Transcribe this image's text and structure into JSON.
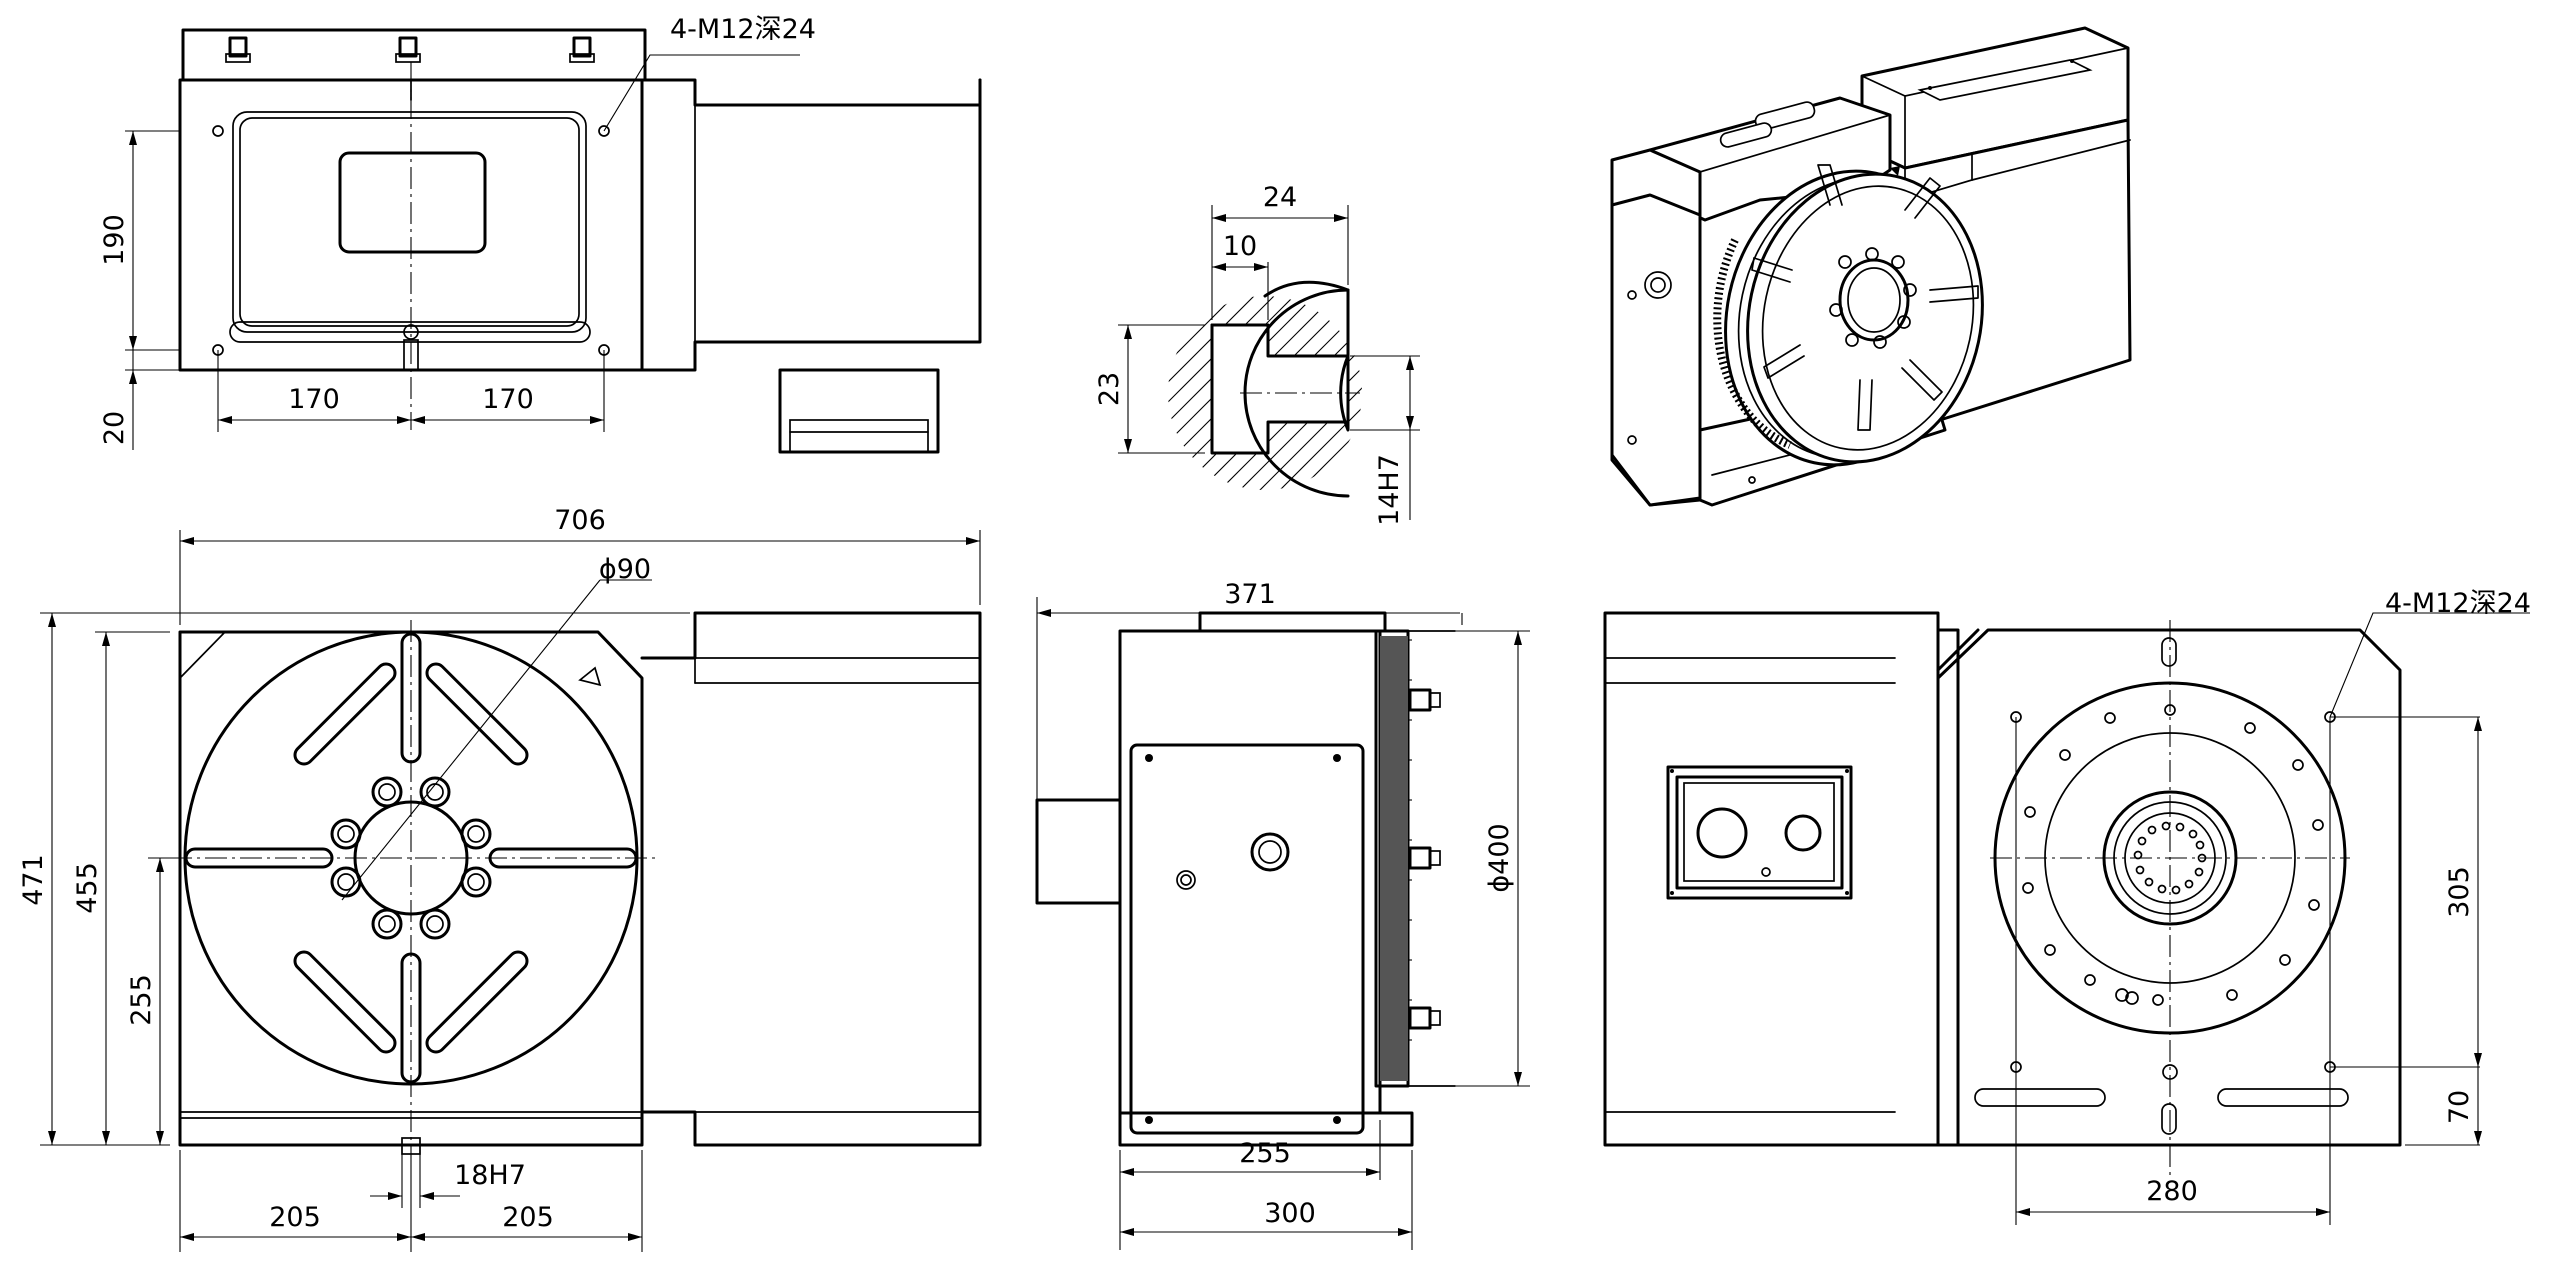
{
  "drawing": {
    "dimensions": {
      "top": {
        "hole_callout": "4-M12深24",
        "height_190": "190",
        "height_20": "20",
        "width_left_170": "170",
        "width_right_170": "170"
      },
      "slot_detail": {
        "width_24": "24",
        "depth_10": "10",
        "height_23": "23",
        "slot_14h7": "14H7"
      },
      "front": {
        "width_706": "706",
        "bore_phi90": "ϕ90",
        "height_471": "471",
        "height_455": "455",
        "height_255": "255",
        "keyway_18h7": "18H7",
        "half_left_205": "205",
        "half_right_205": "205"
      },
      "side": {
        "depth_371": "371",
        "diameter_phi400": "ϕ400",
        "base_255": "255",
        "base_300": "300"
      },
      "rear": {
        "hole_callout": "4-M12深24",
        "height_305": "305",
        "height_70": "70",
        "width_280": "280"
      }
    }
  }
}
